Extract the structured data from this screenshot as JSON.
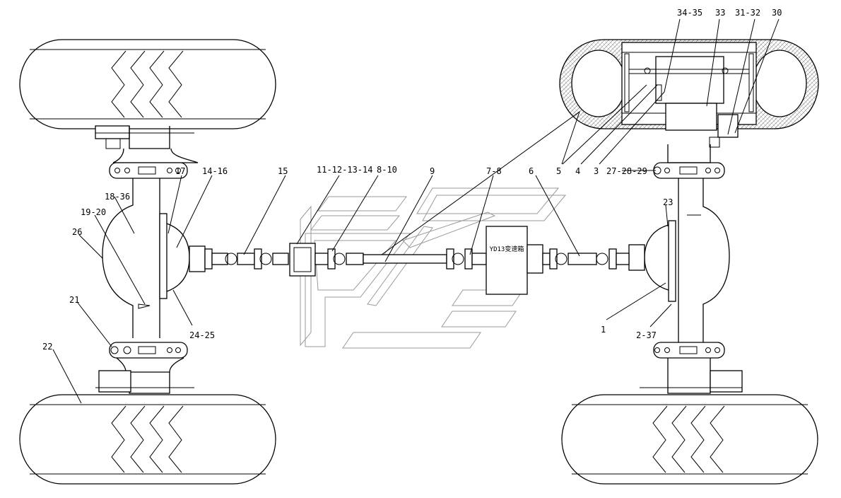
{
  "diagram": {
    "gearbox_label": "YD13变速箱",
    "callouts": [
      {
        "id": "c-34-35",
        "text": "34-35"
      },
      {
        "id": "c-33",
        "text": "33"
      },
      {
        "id": "c-31-32",
        "text": "31-32"
      },
      {
        "id": "c-30",
        "text": "30"
      },
      {
        "id": "c-17",
        "text": "17"
      },
      {
        "id": "c-14-16",
        "text": "14-16"
      },
      {
        "id": "c-15",
        "text": "15"
      },
      {
        "id": "c-11-12-13-14",
        "text": "11-12-13-14"
      },
      {
        "id": "c-8-10",
        "text": "8-10"
      },
      {
        "id": "c-9",
        "text": "9"
      },
      {
        "id": "c-7-8",
        "text": "7-8"
      },
      {
        "id": "c-6",
        "text": "6"
      },
      {
        "id": "c-5",
        "text": "5"
      },
      {
        "id": "c-4",
        "text": "4"
      },
      {
        "id": "c-3",
        "text": "3"
      },
      {
        "id": "c-27-28-29",
        "text": "27-28-29"
      },
      {
        "id": "c-18-36",
        "text": "18-36"
      },
      {
        "id": "c-19-20",
        "text": "19-20"
      },
      {
        "id": "c-26",
        "text": "26"
      },
      {
        "id": "c-23",
        "text": "23"
      },
      {
        "id": "c-21",
        "text": "21"
      },
      {
        "id": "c-24-25",
        "text": "24-25"
      },
      {
        "id": "c-1",
        "text": "1"
      },
      {
        "id": "c-2-37",
        "text": "2-37"
      },
      {
        "id": "c-22",
        "text": "22"
      }
    ]
  }
}
